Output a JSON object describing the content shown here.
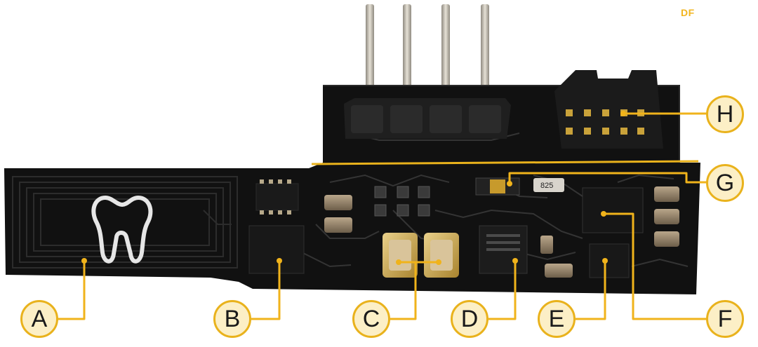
{
  "watermark": "DF",
  "chip_label_resistor": "825",
  "callouts": {
    "A": "A",
    "B": "B",
    "C": "C",
    "D": "D",
    "E": "E",
    "F": "F",
    "G": "G",
    "H": "H"
  },
  "colors": {
    "board": "#101010",
    "trace": "#3a3a3a",
    "leader": "#f0b31b",
    "callout_fill": "#fcefc6",
    "callout_border": "#e9b21c",
    "tooth_outline": "#e8e8e8",
    "pin_metal": "#c8c2b6",
    "crystal_gold": "#c9a544"
  },
  "icons": [
    "tooth-icon"
  ]
}
